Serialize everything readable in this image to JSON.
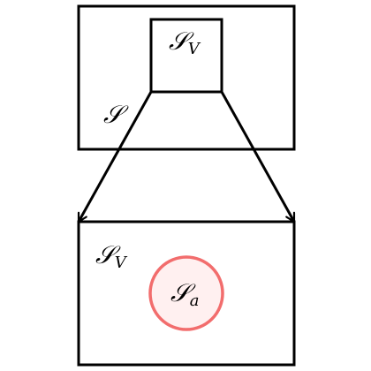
{
  "colors": {
    "stroke": "#000000",
    "circle_stroke": "#f26d6d",
    "circle_fill": "#fff0f0",
    "background": "#ffffff"
  },
  "labels": {
    "top_outer": {
      "base": "𝒮"
    },
    "top_inner": {
      "base": "𝒮",
      "subscript": "V"
    },
    "bottom_outer": {
      "base": "𝒮",
      "subscript": "V"
    },
    "circle": {
      "base": "𝒮",
      "subscript": "a"
    }
  }
}
